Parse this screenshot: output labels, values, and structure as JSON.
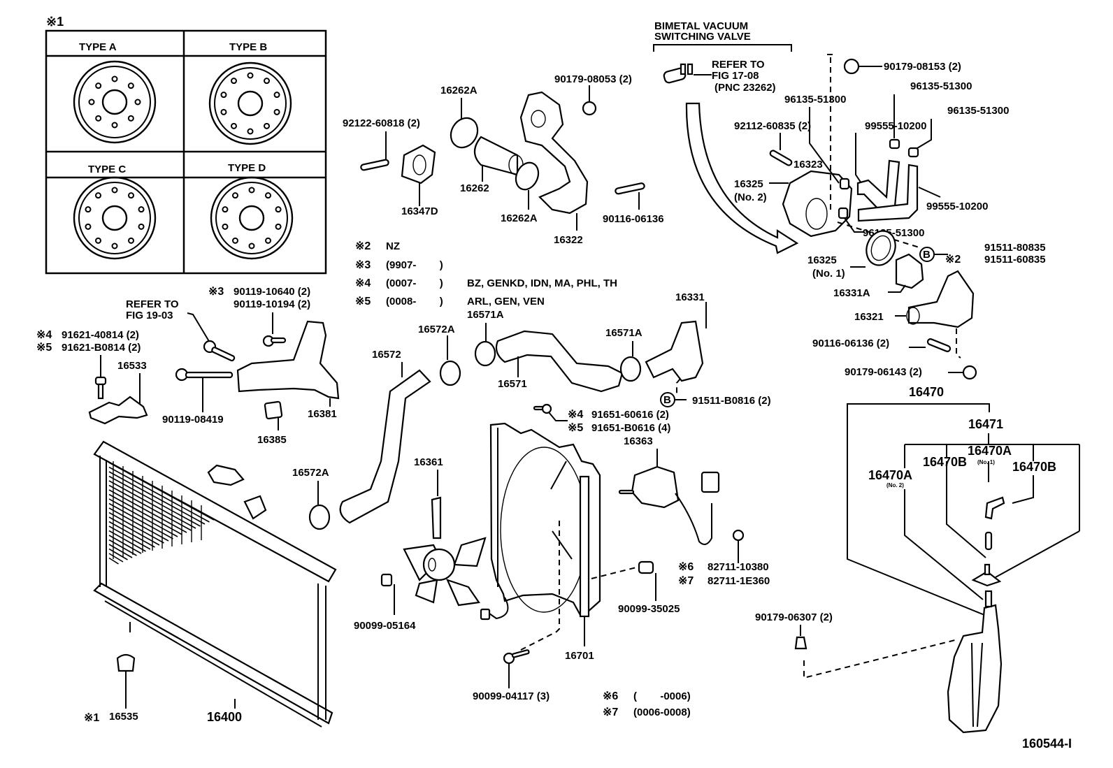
{
  "figure_id": "160544-I",
  "type_box": {
    "marker": "※1",
    "types": [
      {
        "label": "TYPE  A",
        "holes": 8
      },
      {
        "label": "TYPE  B",
        "holes": 10
      },
      {
        "label": "TYPE  C",
        "holes": 10
      },
      {
        "label": "TYPE  D",
        "holes": 10
      }
    ]
  },
  "notes": [
    {
      "marker": "※2",
      "range": "NZ",
      "regions": ""
    },
    {
      "marker": "※3",
      "range": "(9907-        )",
      "regions": ""
    },
    {
      "marker": "※4",
      "range": "(0007-        )",
      "regions": "BZ, GENKD, IDN, MA, PHL, TH"
    },
    {
      "marker": "※5",
      "range": "(0008-        )",
      "regions": "ARL, GEN, VEN"
    }
  ],
  "notes_bottom": [
    {
      "marker": "※6",
      "range": "(        -0006)"
    },
    {
      "marker": "※7",
      "range": "(0006-0008)"
    }
  ],
  "bimetal": {
    "title_line1": "BIMETAL VACUUM",
    "title_line2": "SWITCHING VALVE",
    "ref_line1": "REFER TO",
    "ref_line2": "FIG 17-08",
    "ref_line3": "(PNC 23262)"
  },
  "refer_fig19": {
    "line1": "REFER TO",
    "line2": "FIG 19-03"
  },
  "circle_b": "B",
  "parts": {
    "p92122": "92122-60818 (2)",
    "p16262A_top": "16262A",
    "p16262": "16262",
    "p16347D": "16347D",
    "p16262A_bot": "16262A",
    "p90179_08053": "90179-08053 (2)",
    "p16322": "16322",
    "p90116_06136": "90116-06136",
    "p90179_08153": "90179-08153 (2)",
    "p96135_a": "96135-51300",
    "p96135_b": "96135-51300",
    "p96135_c": "96135-51300",
    "p96135_d": "96135-51300",
    "p92112": "92112-60835 (2)",
    "p16323": "16323",
    "p16325_no2": "16325",
    "p16325_no2_sub": "(No. 2)",
    "p99555_a": "99555-10200",
    "p99555_b": "99555-10200",
    "p16325_no1": "16325",
    "p16325_no1_sub": "(No. 1)",
    "p91511_80835": "91511-80835",
    "p91511_60835_marker": "※2",
    "p91511_60835": "91511-60835",
    "p16331A": "16331A",
    "p16321": "16321",
    "p90116_06136_2": "90116-06136 (2)",
    "p90179_06143": "90179-06143 (2)",
    "p16470": "16470",
    "p16471": "16471",
    "p16470A_top": "16470A",
    "p16470B_no1": "16470B",
    "p16470B_no1_sub": "(No. 1)",
    "p16470A_no2": "16470A",
    "p16470A_no2_sub": "(No. 2)",
    "p16470B": "16470B",
    "p90179_06307": "90179-06307 (2)",
    "p90119_10640_marker": "※3",
    "p90119_10640": "90119-10640 (2)",
    "p90119_10194": "90119-10194 (2)",
    "p91621_40814_marker": "※4",
    "p91621_40814": "91621-40814 (2)",
    "p91621_B0814_marker": "※5",
    "p91621_B0814": "91621-B0814 (2)",
    "p16533": "16533",
    "p90119_08419": "90119-08419",
    "p16381": "16381",
    "p16385": "16385",
    "p16572": "16572",
    "p16572A_top": "16572A",
    "p16571A_left": "16571A",
    "p16571": "16571",
    "p16571A_right": "16571A",
    "p16331": "16331",
    "p91511_B0816": "91511-B0816 (2)",
    "p91651_60616_marker": "※4",
    "p91651_60616": "91651-60616 (2)",
    "p91651_B0616_marker": "※5",
    "p91651_B0616": "91651-B0616 (4)",
    "p16363": "16363",
    "p16572A_bot": "16572A",
    "p16361": "16361",
    "p90099_05164": "90099-05164",
    "p82711_10380_marker": "※6",
    "p82711_10380": "82711-10380",
    "p82711_1E360_marker": "※7",
    "p82711_1E360": "82711-1E360",
    "p90099_35025": "90099-35025",
    "p16701": "16701",
    "p90099_04117": "90099-04117 (3)",
    "p16535_marker": "※1",
    "p16535": "16535",
    "p16400": "16400"
  }
}
